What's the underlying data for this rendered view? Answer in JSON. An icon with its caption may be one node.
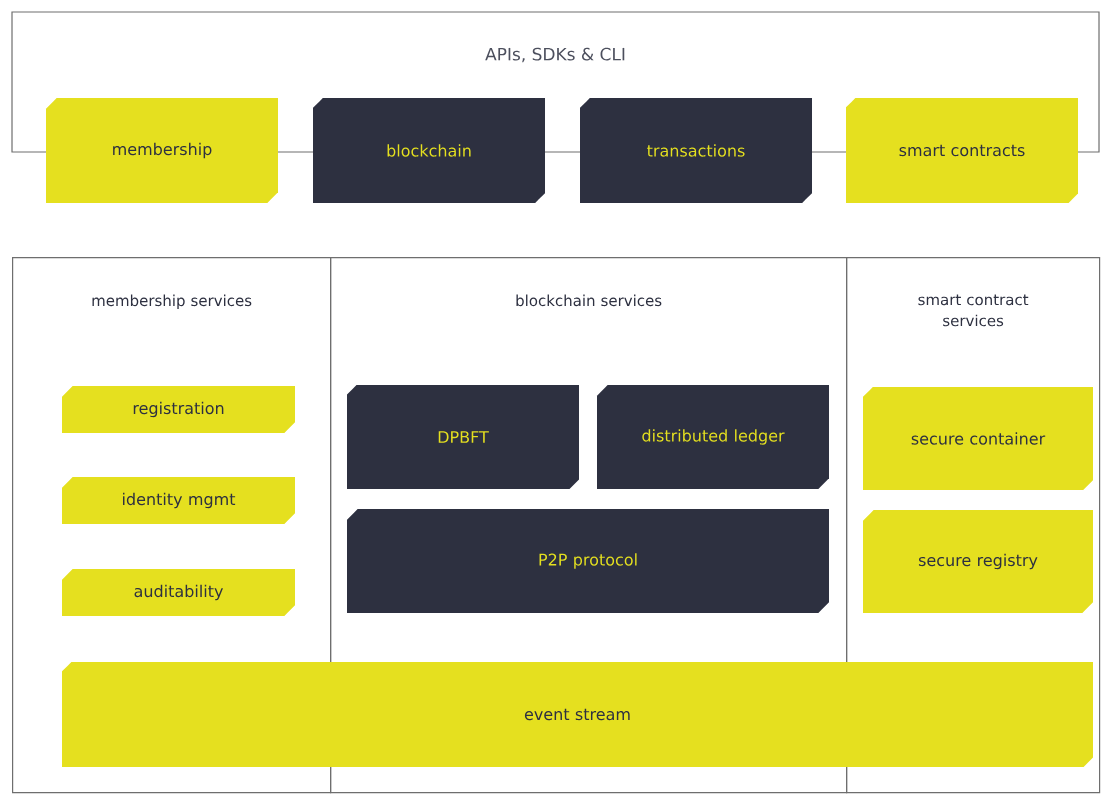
{
  "diagram": {
    "nodes": [
      {
        "text": [
          "APIs, SDKs & CLI"
        ]
      },
      {
        "text": [
          "membership"
        ]
      },
      {
        "text": [
          "blockchain"
        ]
      },
      {
        "text": [
          "transactions"
        ]
      },
      {
        "text": [
          "smart contracts"
        ]
      },
      {
        "text": [
          "membership services"
        ]
      },
      {
        "text": [
          "blockchain services"
        ]
      },
      {
        "text": [
          "smart contract services"
        ]
      },
      {
        "text": [
          "registration"
        ],
        "in": 5
      },
      {
        "text": [
          "identity mgmt"
        ],
        "in": 5
      },
      {
        "text": [
          "auditability"
        ],
        "in": 5
      },
      {
        "text": [
          "DPBFT"
        ],
        "in": 6
      },
      {
        "text": [
          "distributed ledger"
        ],
        "in": 6
      },
      {
        "text": [
          "P2P protocol"
        ],
        "in": 6
      },
      {
        "text": [
          "secure container"
        ],
        "in": 7
      },
      {
        "text": [
          "secure registry"
        ],
        "in": 7
      },
      {
        "text": [
          "event stream"
        ]
      }
    ]
  }
}
